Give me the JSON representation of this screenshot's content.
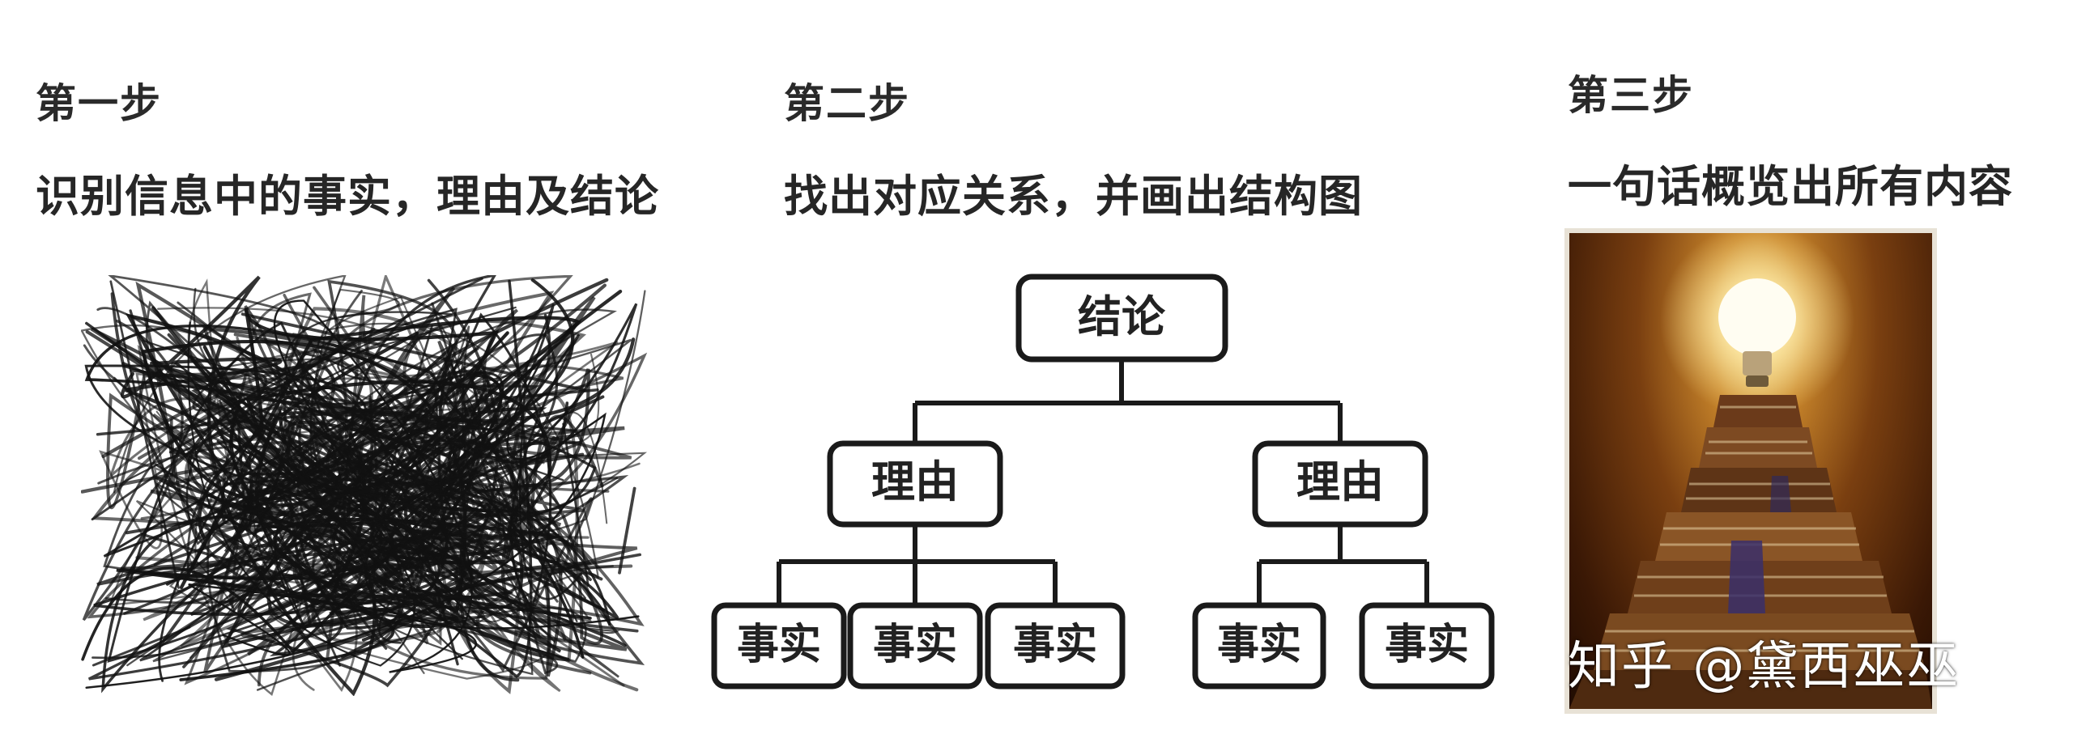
{
  "steps": [
    {
      "title": "第一步",
      "description": "识别信息中的事实，理由及结论"
    },
    {
      "title": "第二步",
      "description": "找出对应关系，并画出结构图"
    },
    {
      "title": "第三步",
      "description": "一句话概览出所有内容"
    }
  ],
  "tree": {
    "root": "结论",
    "reasons": [
      {
        "label": "理由",
        "facts": [
          "事实",
          "事实",
          "事实"
        ]
      },
      {
        "label": "理由",
        "facts": [
          "事实",
          "事实"
        ]
      }
    ]
  },
  "watermark": "知乎 @黛西巫巫",
  "colors": {
    "box_border": "#1a1a1a",
    "scribble": "#111111",
    "photo_glow": "#f6dc8a"
  },
  "icons": {
    "photo": "lightbulb-on-books-image"
  }
}
